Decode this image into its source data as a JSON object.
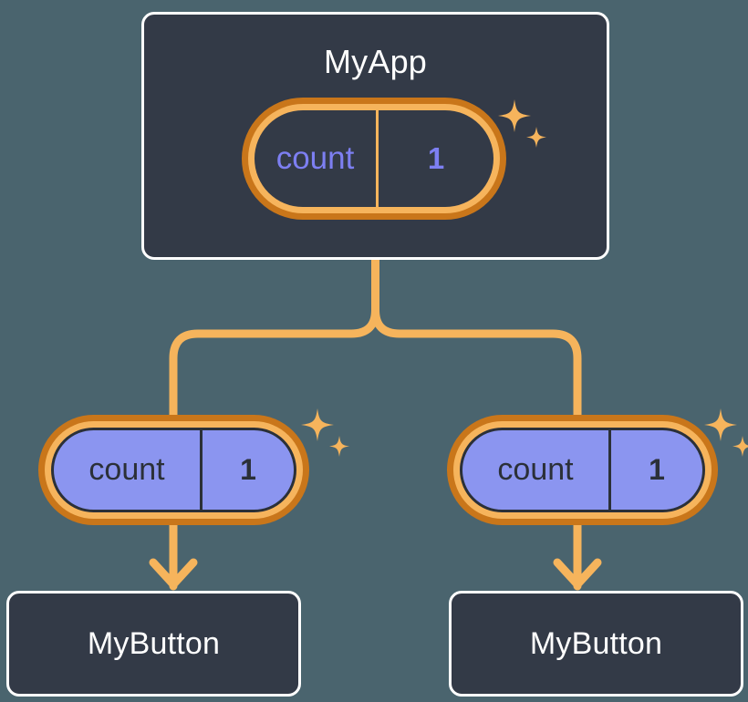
{
  "diagram": {
    "type": "component-state-tree",
    "title_visible": false,
    "background_color": "#4a646e",
    "accent_color": "#f6b45c",
    "accent_dark_color": "#c9761a",
    "card_color": "#333a47",
    "state_fill_color": "#8b95f0",
    "state_text_color_dark_variant": "#7d7ff2",
    "state_text_color_purple_variant": "#2b3038"
  },
  "root": {
    "name": "root-component",
    "title": "MyApp",
    "state": {
      "key": "count",
      "value": "1",
      "variant": "dark",
      "sparkle": true
    }
  },
  "children": [
    {
      "name": "child-left",
      "title": "MyButton",
      "state": {
        "key": "count",
        "value": "1",
        "variant": "purple",
        "sparkle": true
      }
    },
    {
      "name": "child-right",
      "title": "MyButton",
      "state": {
        "key": "count",
        "value": "1",
        "variant": "purple",
        "sparkle": true
      }
    }
  ],
  "icons": {
    "sparkle_large": "sparkle-four-point-icon",
    "sparkle_small": "sparkle-four-point-small-icon",
    "arrow_down": "arrow-down-icon",
    "branch": "branch-connector-icon"
  }
}
